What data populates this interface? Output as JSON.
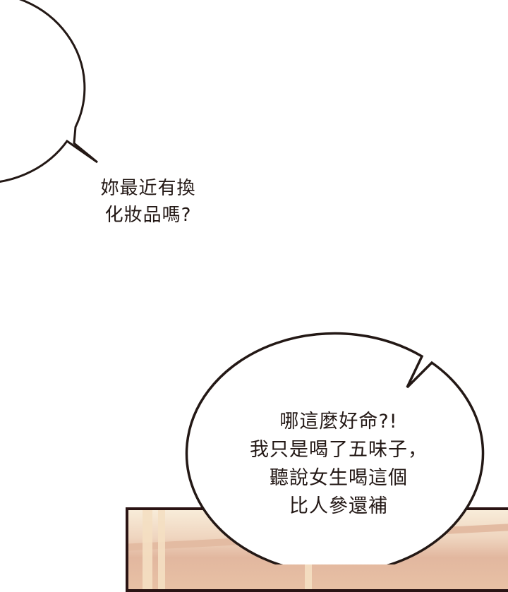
{
  "bubbles": [
    {
      "id": "bubble-1",
      "lines": [
        "妳最近有換",
        "化妝品嗎?"
      ]
    },
    {
      "id": "bubble-2",
      "lines": [
        "哪這麼好命?!",
        "我只是喝了五味子，",
        "聽說女生喝這個",
        "比人參還補"
      ]
    }
  ],
  "colors": {
    "ink": "#231815",
    "panel_bg": "#efd5bf",
    "background": "#ffffff"
  }
}
